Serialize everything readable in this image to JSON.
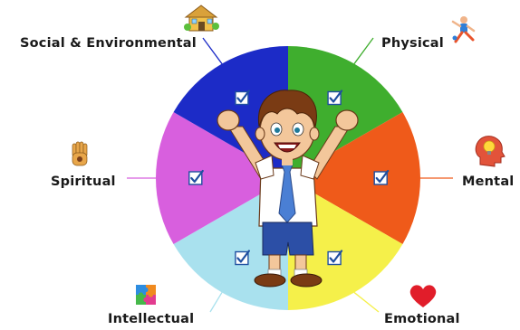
{
  "diagram": {
    "segments": [
      {
        "key": "physical",
        "label": "Physical",
        "color": "#3fae2e",
        "icon": "runner-icon"
      },
      {
        "key": "mental",
        "label": "Mental",
        "color": "#ef5a1a",
        "icon": "head-lightbulb-icon"
      },
      {
        "key": "emotional",
        "label": "Emotional",
        "color": "#f5f04a",
        "icon": "heart-icon"
      },
      {
        "key": "intellectual",
        "label": "Intellectual",
        "color": "#a9e1ee",
        "icon": "puzzle-icon"
      },
      {
        "key": "spiritual",
        "label": "Spiritual",
        "color": "#d85fde",
        "icon": "hand-icon"
      },
      {
        "key": "social",
        "label": "Social & Environmental",
        "color": "#1c2bc7",
        "icon": "house-icon"
      }
    ],
    "checkbox_icon": "checkbox-check-icon",
    "center_figure": "cheering-boy"
  }
}
